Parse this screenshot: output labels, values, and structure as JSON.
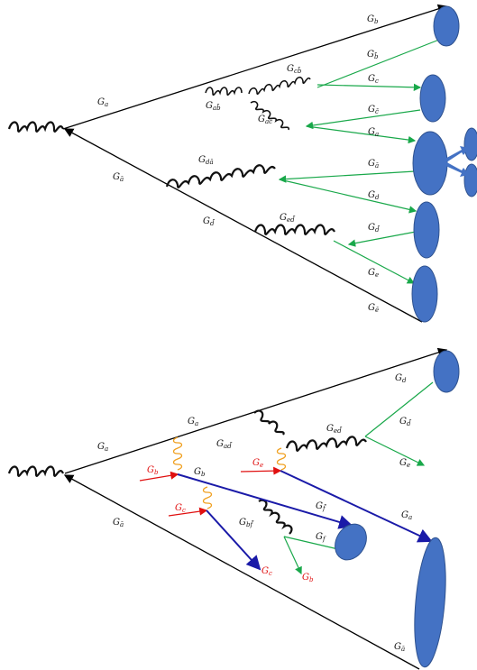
{
  "labels": {
    "top_gb": "G",
    "top_gb_sub": "b",
    "top_gbbar_sub": "b̄",
    "top_gcbbar_sub": "cb̄",
    "top_ga_sub": "a",
    "top_gabbar_sub": "ab̄",
    "top_gc_sub": "c",
    "top_gcbar_sub": "c̄",
    "top_gacbar_sub": "ac̄",
    "top_gda_sub": "dā",
    "top_gabar_sub": "ā",
    "top_gd_sub": "d",
    "top_gdbar_sub": "d̄",
    "top_geda_sub": "ed̄",
    "top_ge_sub": "e",
    "top_gebar_sub": "ē",
    "bot_gd_sub": "d",
    "bot_ga_sub": "a",
    "bot_gad_sub": "ad̄",
    "bot_geda_sub": "ed̄",
    "bot_gdbar_sub": "d̄",
    "bot_gb_sub": "b",
    "bot_ge_sub": "e",
    "bot_gfbar_sub": "f̄",
    "bot_gc_sub": "c",
    "bot_gbf_sub": "bf̄",
    "bot_gf_sub": "f",
    "bot_gabar_sub": "ā"
  },
  "colors": {
    "blob": "#4472c4",
    "green_line": "#19a84a",
    "red_line": "#e01010",
    "blue_line": "#1a1aa8",
    "orange_gluon": "#f0a020"
  }
}
